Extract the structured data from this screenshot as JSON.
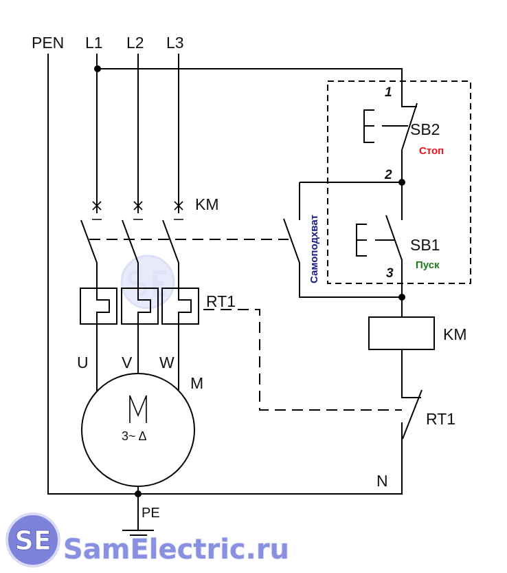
{
  "diagram": {
    "title": "Motor starter schematic with self-holding contact",
    "buses": {
      "pen": "PEN",
      "l1": "L1",
      "l2": "L2",
      "l3": "L3"
    },
    "contactor": {
      "label": "KM",
      "coil_label": "KM"
    },
    "thermal_relay": {
      "label": "RT1",
      "contact_label": "RT1"
    },
    "buttons": {
      "stop": {
        "label": "SB2",
        "caption": "Стоп",
        "caption_color": "#e8141c"
      },
      "start": {
        "label": "SB1",
        "caption": "Пуск",
        "caption_color": "#1e7a1e"
      }
    },
    "self_hold": {
      "caption": "Самоподхват",
      "caption_color": "#1a1a8a"
    },
    "nodes": {
      "n1": "1",
      "n2": "2",
      "n3": "3"
    },
    "motor": {
      "label": "M",
      "symbol": "M",
      "spec": "3~ Δ",
      "phases": [
        "U",
        "V",
        "W"
      ]
    },
    "neutral": "N",
    "ground": "PE"
  },
  "watermark": {
    "logo": "SE",
    "text": "SamElectric.ru",
    "color": "#8a90e0"
  }
}
